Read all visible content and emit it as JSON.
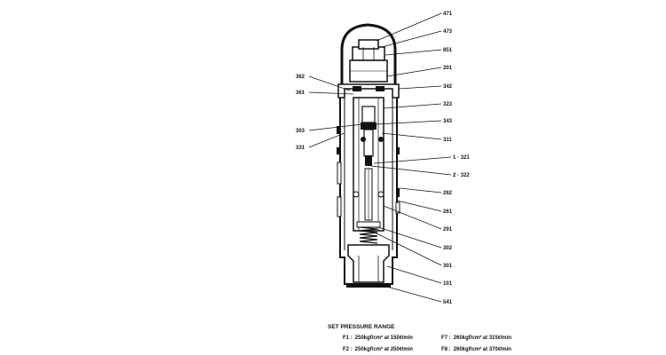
{
  "part_labels": {
    "p471": "471",
    "p473": "473",
    "p851": "851",
    "p201": "201",
    "p342": "342",
    "p323": "323",
    "p343": "343",
    "p311": "311",
    "p1_321": "1 · 321",
    "p2_322": "2 · 322",
    "p262": "262",
    "p261": "261",
    "p291": "291",
    "p302": "302",
    "p301": "301",
    "p101": "101",
    "p541": "541",
    "p362": "362",
    "p361": "361",
    "p303": "303",
    "p331": "331"
  },
  "pressure_range": {
    "title": "SET PRESSURE RANGE",
    "rows": [
      {
        "code": "F1 :",
        "text": "250kgf/cm² at 150ℓ/min"
      },
      {
        "code": "F2 :",
        "text": "250kgf/cm² at 250ℓ/min"
      },
      {
        "code": "F7 :",
        "text": "260kgf/cm² at 315ℓ/min"
      },
      {
        "code": "F8 :",
        "text": "260kgf/cm² at 370ℓ/min"
      }
    ]
  },
  "colors": {
    "ink": "#111111",
    "paper": "#ffffff"
  }
}
